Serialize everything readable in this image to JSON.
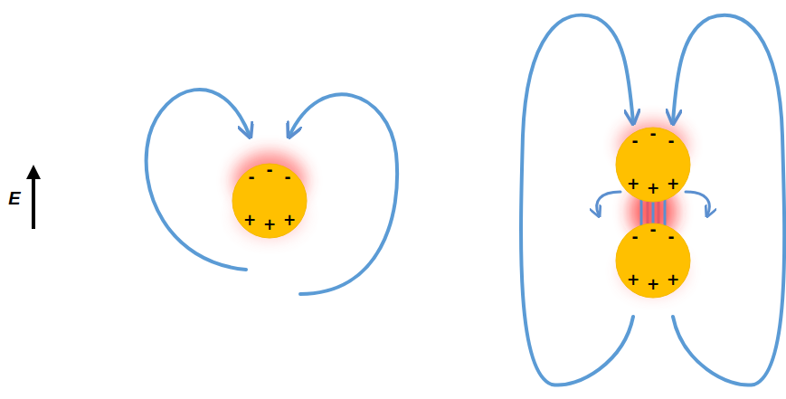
{
  "diagram": {
    "nodes": [
      {
        "text": [
          "-",
          "-",
          "-",
          "+",
          "+",
          "+"
        ]
      },
      {
        "text": [
          "-",
          "-",
          "-",
          "+",
          "+",
          "+"
        ]
      },
      {
        "text": [
          "-",
          "-",
          "-",
          "+",
          "+",
          "+"
        ]
      }
    ],
    "labels": [
      "E"
    ]
  }
}
